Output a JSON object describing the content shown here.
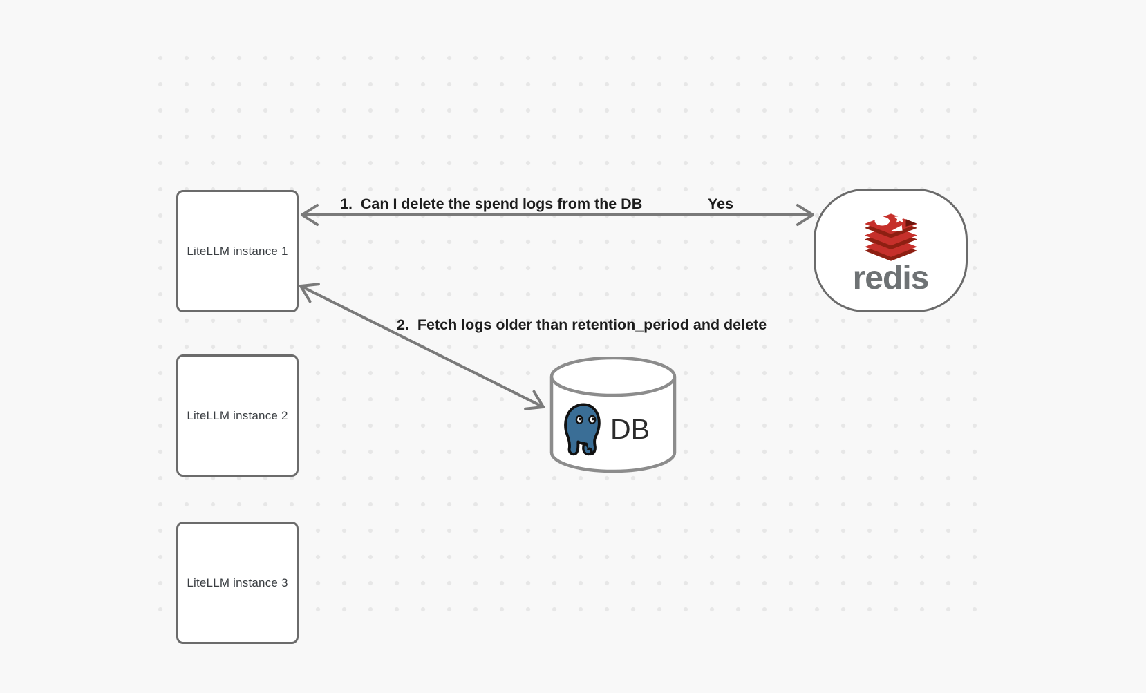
{
  "nodes": {
    "instances": [
      {
        "label": "LiteLLM instance 1"
      },
      {
        "label": "LiteLLM instance 2"
      },
      {
        "label": "LiteLLM instance 3"
      }
    ],
    "redis": {
      "wordmark": "redis",
      "logo_icon": "redis-stack-icon"
    },
    "db": {
      "label": "DB",
      "logo_icon": "postgresql-elephant-icon"
    }
  },
  "edges": {
    "redis_query": {
      "label": "1.  Can I delete the spend logs from the DB",
      "answer": "Yes",
      "from": "LiteLLM instance 1",
      "to": "redis",
      "style": "double-headed-arrow"
    },
    "db_fetch": {
      "label": "2.  Fetch logs older than retention_period and delete",
      "from": "LiteLLM instance 1",
      "to": "DB",
      "style": "double-headed-arrow"
    }
  },
  "colors": {
    "background": "#f8f8f8",
    "dot": "#e7e7e7",
    "node_border": "#6b6b6b",
    "cylinder_stroke": "#8c8c8c",
    "arrow": "#7a7a7a",
    "edge_label_text": "#1d1d1d",
    "instance_label_text": "#3a3e42",
    "redis_red": "#c6302b",
    "redis_red_dark": "#8e1f12",
    "redis_notch_dark": "#6e150c",
    "redis_wordmark_gray": "#6e7274",
    "postgres_blue": "#3a6e96",
    "db_text": "#2b2b2b"
  }
}
